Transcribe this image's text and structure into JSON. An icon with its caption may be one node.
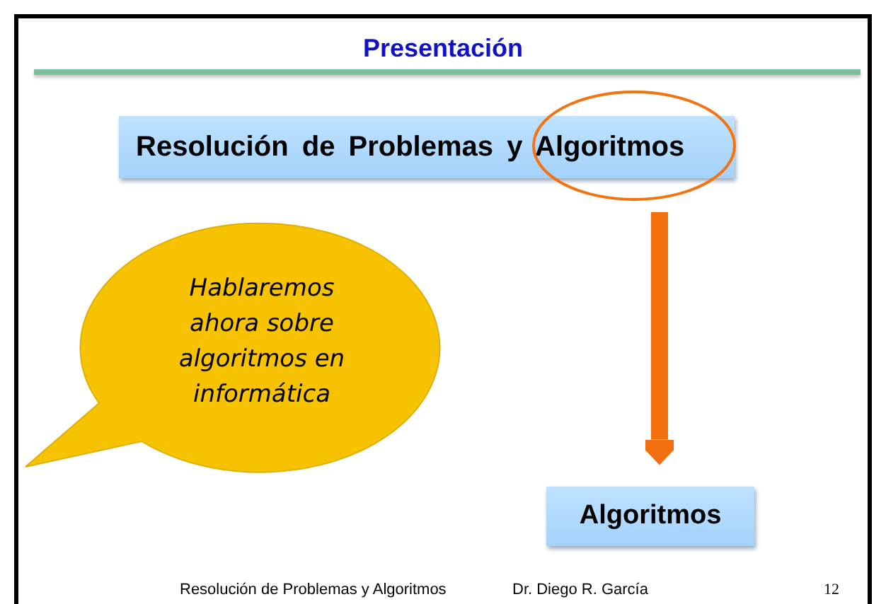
{
  "diagram": {
    "title": "Presentación",
    "nodes": [
      {
        "text": [
          "Resolución de Problemas y Algoritmos"
        ]
      },
      {
        "text": [],
        "shape": "ellipse"
      },
      {
        "text": [
          "Hablaremos ahora sobre algoritmos en informática"
        ]
      },
      {
        "text": [
          "Algoritmos"
        ]
      }
    ],
    "edges": [
      {
        "from": 1,
        "to": 3,
        "arrow": "to"
      }
    ],
    "labels": [
      "Resolución de Problemas y Algoritmos",
      "Dr. Diego R. García",
      "12"
    ]
  }
}
